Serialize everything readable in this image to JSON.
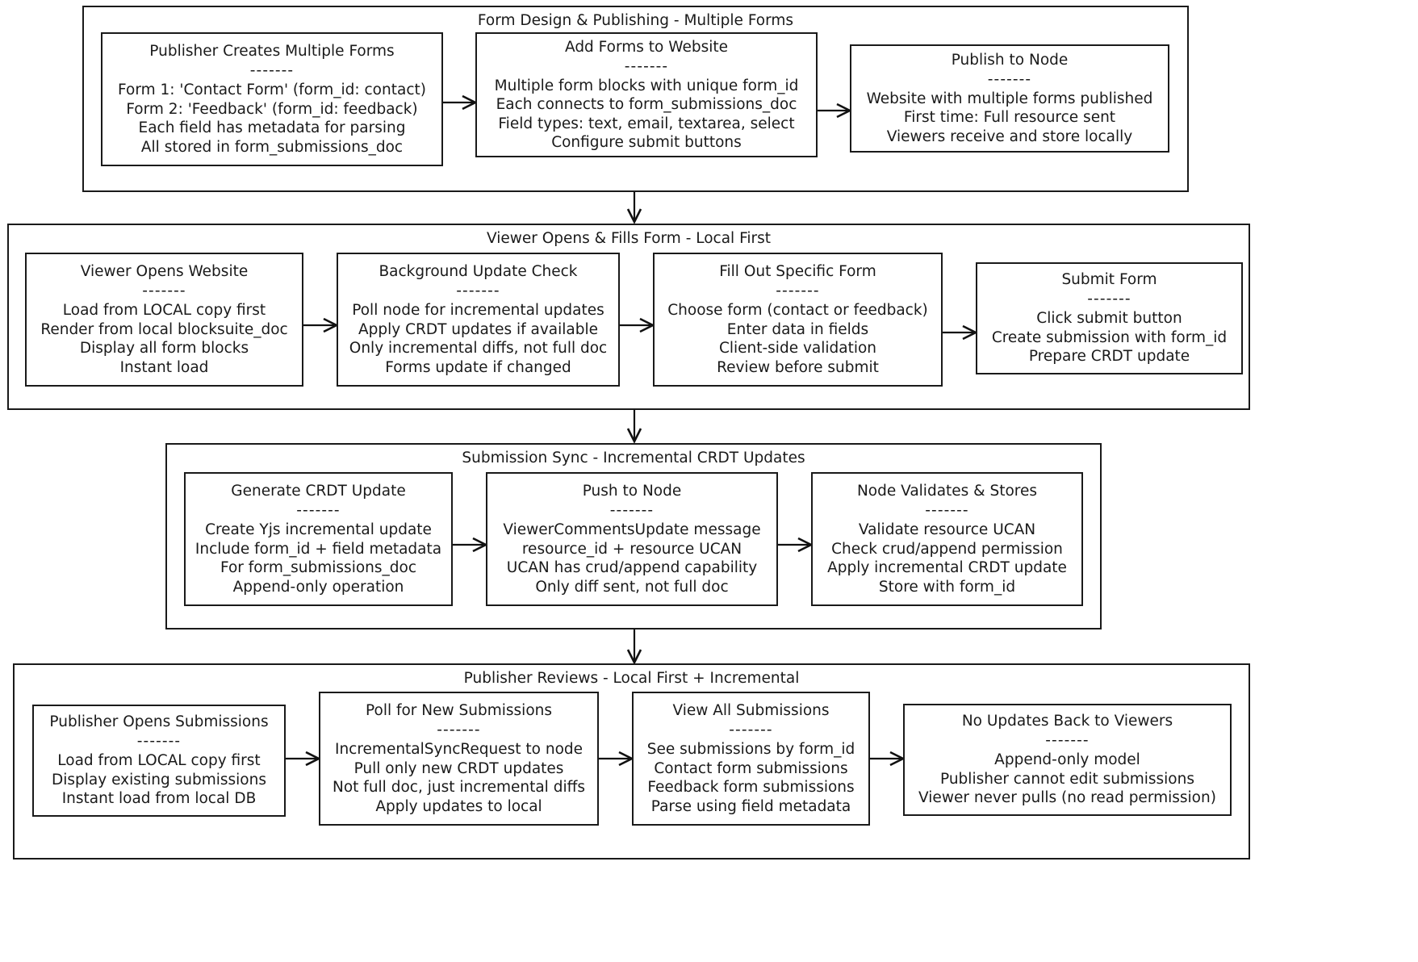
{
  "diagram": {
    "type": "flowchart",
    "direction": "top-down",
    "separator": "-------",
    "colors": {
      "stroke": "#1a1a1a",
      "background": "#ffffff",
      "edge": "#111111"
    }
  },
  "clusters": [
    {
      "id": "form-design-publishing",
      "title": "Form Design & Publishing - Multiple Forms",
      "nodes": [
        {
          "id": "publisher-creates-multiple-forms",
          "title": "Publisher Creates Multiple Forms",
          "lines": [
            "Form 1: 'Contact Form' (form_id: contact)",
            "Form 2: 'Feedback' (form_id: feedback)",
            "Each field has metadata for parsing",
            "All stored in form_submissions_doc"
          ]
        },
        {
          "id": "add-forms-to-website",
          "title": "Add Forms to Website",
          "lines": [
            "Multiple form blocks with unique form_id",
            "Each connects to form_submissions_doc",
            "Field types: text, email, textarea, select",
            "Configure submit buttons"
          ]
        },
        {
          "id": "publish-to-node",
          "title": "Publish to Node",
          "lines": [
            "Website with multiple forms published",
            "First time: Full resource sent",
            "Viewers receive and store locally"
          ]
        }
      ]
    },
    {
      "id": "viewer-opens-fills-form",
      "title": "Viewer Opens & Fills Form - Local First",
      "nodes": [
        {
          "id": "viewer-opens-website",
          "title": "Viewer Opens Website",
          "lines": [
            "Load from LOCAL copy first",
            "Render from local blocksuite_doc",
            "Display all form blocks",
            "Instant load"
          ]
        },
        {
          "id": "background-update-check",
          "title": "Background Update Check",
          "lines": [
            "Poll node for incremental updates",
            "Apply CRDT updates if available",
            "Only incremental diffs, not full doc",
            "Forms update if changed"
          ]
        },
        {
          "id": "fill-out-specific-form",
          "title": "Fill Out Specific Form",
          "lines": [
            "Choose form (contact or feedback)",
            "Enter data in fields",
            "Client-side validation",
            "Review before submit"
          ]
        },
        {
          "id": "submit-form",
          "title": "Submit Form",
          "lines": [
            "Click submit button",
            "Create submission with form_id",
            "Prepare CRDT update"
          ]
        }
      ]
    },
    {
      "id": "submission-sync",
      "title": "Submission Sync - Incremental CRDT Updates",
      "nodes": [
        {
          "id": "generate-crdt-update",
          "title": "Generate CRDT Update",
          "lines": [
            "Create Yjs incremental update",
            "Include form_id + field metadata",
            "For form_submissions_doc",
            "Append-only operation"
          ]
        },
        {
          "id": "push-to-node",
          "title": "Push to Node",
          "lines": [
            "ViewerCommentsUpdate message",
            "resource_id + resource UCAN",
            "UCAN has crud/append capability",
            "Only diff sent, not full doc"
          ]
        },
        {
          "id": "node-validates-stores",
          "title": "Node Validates & Stores",
          "lines": [
            "Validate resource UCAN",
            "Check crud/append permission",
            "Apply incremental CRDT update",
            "Store with form_id"
          ]
        }
      ]
    },
    {
      "id": "publisher-reviews",
      "title": "Publisher Reviews - Local First + Incremental",
      "nodes": [
        {
          "id": "publisher-opens-submissions",
          "title": "Publisher Opens Submissions",
          "lines": [
            "Load from LOCAL copy first",
            "Display existing submissions",
            "Instant load from local DB"
          ]
        },
        {
          "id": "poll-for-new-submissions",
          "title": "Poll for New Submissions",
          "lines": [
            "IncrementalSyncRequest to node",
            "Pull only new CRDT updates",
            "Not full doc, just incremental diffs",
            "Apply updates to local"
          ]
        },
        {
          "id": "view-all-submissions",
          "title": "View All Submissions",
          "lines": [
            "See submissions by form_id",
            "Contact form submissions",
            "Feedback form submissions",
            "Parse using field metadata"
          ]
        },
        {
          "id": "no-updates-back-to-viewers",
          "title": "No Updates Back to Viewers",
          "lines": [
            "Append-only model",
            "Publisher cannot edit submissions",
            "Viewer never pulls (no read permission)"
          ]
        }
      ]
    }
  ]
}
